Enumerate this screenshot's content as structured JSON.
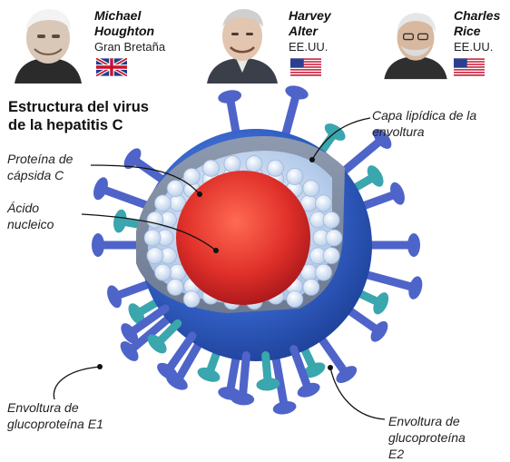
{
  "laureates": [
    {
      "first": "Michael",
      "last": "Houghton",
      "country": "Gran Bretaña",
      "flag": "uk-flag-icon"
    },
    {
      "first": "Harvey",
      "last": "Alter",
      "country": "EE.UU.",
      "flag": "us-flag-icon"
    },
    {
      "first": "Charles",
      "last": "Rice",
      "country": "EE.UU.",
      "flag": "us-flag-icon"
    }
  ],
  "diagram": {
    "title_line1": "Estructura del virus",
    "title_line2": "de la hepatitis C",
    "labels": {
      "lipid_line1": "Capa lipídica de la",
      "lipid_line2": "envoltura",
      "capsid_line1": "Proteína de",
      "capsid_line2": "cápsida C",
      "acid_line1": "Ácido",
      "acid_line2": "nucleico",
      "e1_line1": "Envoltura de",
      "e1_line2": "glucoproteína E1",
      "e2_line1": "Envoltura de",
      "e2_line2": "glucoproteína",
      "e2_line3": "E2"
    }
  },
  "colors": {
    "envelope": "#2f5fc4",
    "spike": "#4f64c9",
    "e2_spike": "#3aa6ad",
    "capsid": "#c9dcf2",
    "core": "#e8322c"
  }
}
